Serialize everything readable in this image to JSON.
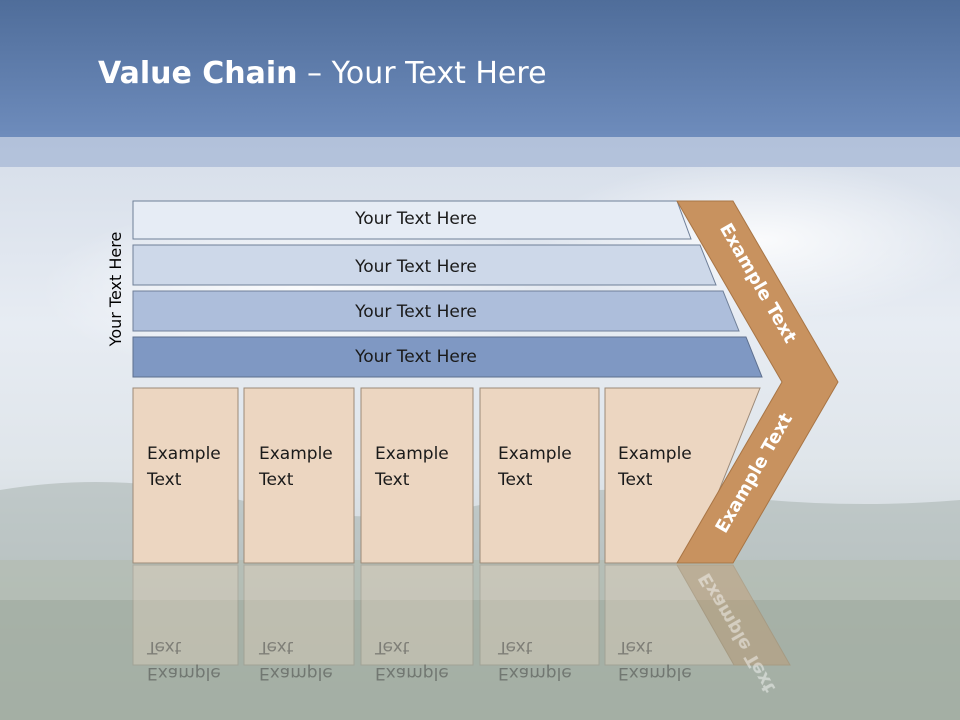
{
  "title": {
    "bold": "Value Chain",
    "rest": " – Your Text Here"
  },
  "side_label": "Your Text Here",
  "rows": [
    {
      "label": "Your Text Here"
    },
    {
      "label": "Your Text Here"
    },
    {
      "label": "Your Text Here"
    },
    {
      "label": "Your Text Here"
    }
  ],
  "boxes": [
    {
      "line1": "Example",
      "line2": "Text"
    },
    {
      "line1": "Example",
      "line2": "Text"
    },
    {
      "line1": "Example",
      "line2": "Text"
    },
    {
      "line1": "Example",
      "line2": "Text"
    },
    {
      "line1": "Example",
      "line2": "Text"
    }
  ],
  "chevron": {
    "upper": "Example Text",
    "lower": "Example Text"
  },
  "colors": {
    "title_bar": "#5b79a8",
    "row1": "#e6ecf5",
    "row2": "#cdd8e9",
    "row3": "#adbedb",
    "row4": "#7f98c3",
    "box": "#ecd6c1",
    "chevron": "#c8925f"
  }
}
